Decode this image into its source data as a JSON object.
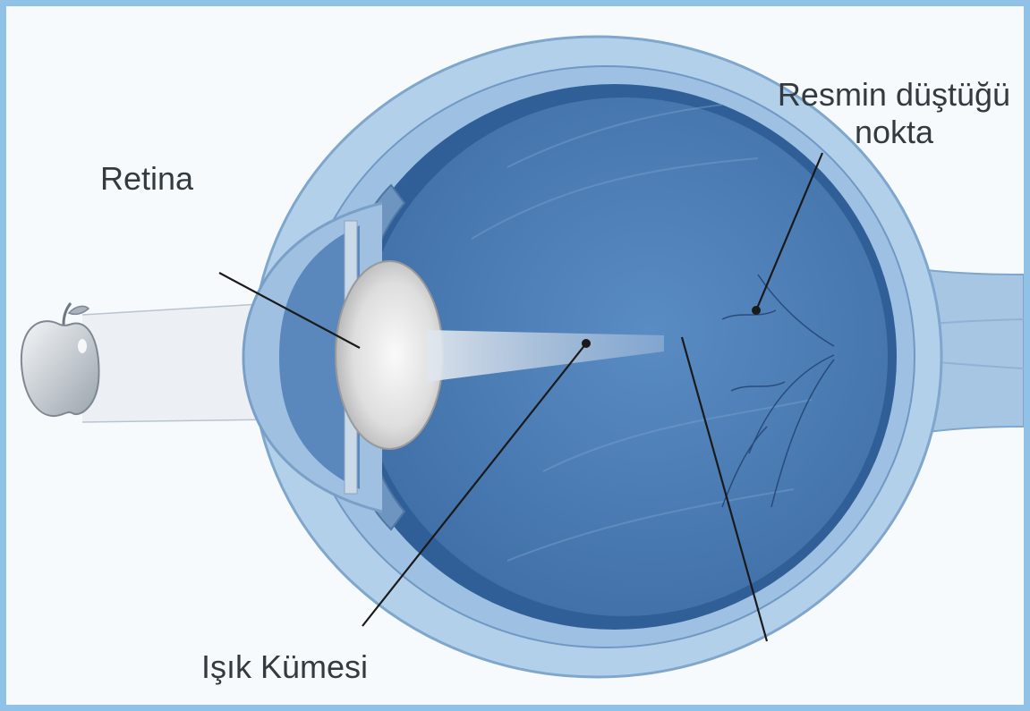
{
  "labels": {
    "retina": "Retina",
    "isik_kumesi": "Işık Kümesi",
    "resmin_line1": "Resmin düştüğü",
    "resmin_line2": "nokta"
  },
  "colors": {
    "frame": "#8fc2e6",
    "vitreous": "#4d7fb6",
    "sclera": "#a8c8e6",
    "lens": "#eeeeee",
    "label_text": "#333a40"
  }
}
